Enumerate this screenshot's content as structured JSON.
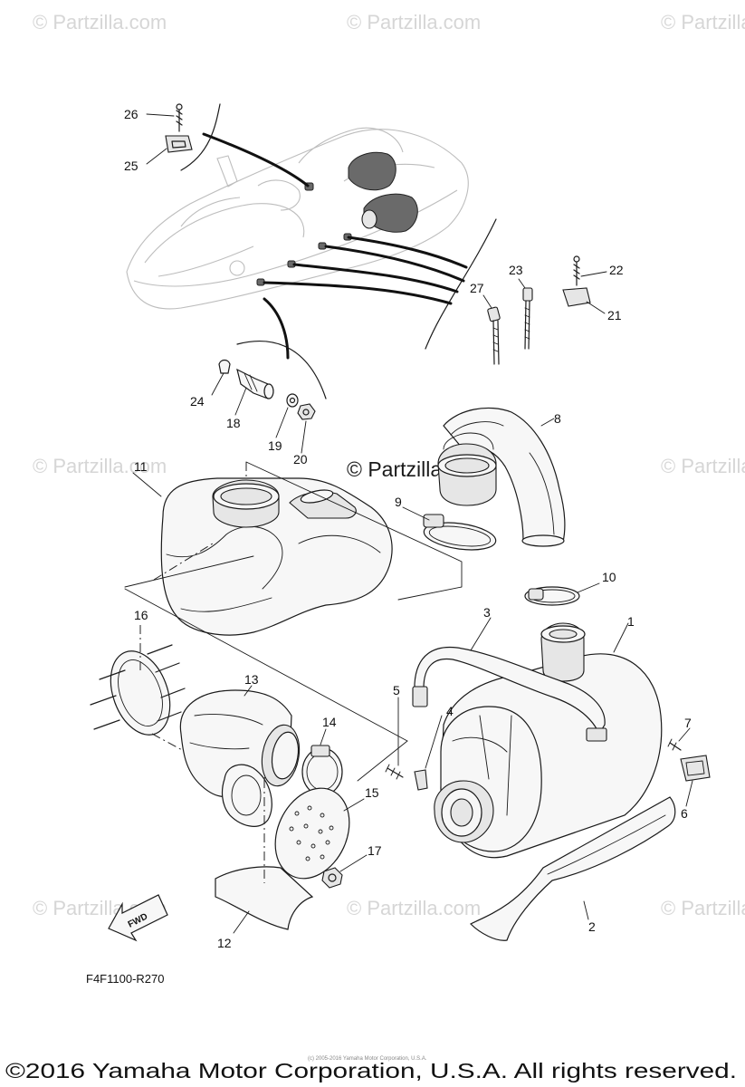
{
  "diagram": {
    "watermarks": [
      "© Partzilla.com",
      "© Partzilla.com",
      "© Partzilla.com",
      "© Partzilla.com",
      "© Partzilla.com",
      "© Partzilla.com",
      "© Partzilla.com",
      "© Partzilla.com"
    ],
    "center_watermark": "© Partzilla.com",
    "part_numbers": [
      "26",
      "25",
      "22",
      "21",
      "23",
      "27",
      "24",
      "18",
      "19",
      "20",
      "8",
      "9",
      "11",
      "10",
      "3",
      "1",
      "16",
      "13",
      "5",
      "4",
      "14",
      "7",
      "6",
      "15",
      "17",
      "2",
      "12"
    ],
    "fwd_label": "FWD",
    "figure_code": "F4F1100-R270",
    "tiny_credit": "(c) 2005-2016 Yamaha Motor Corporation, U.S.A.",
    "copyright": "©2016 Yamaha Motor Corporation, U.S.A. All rights reserved."
  }
}
